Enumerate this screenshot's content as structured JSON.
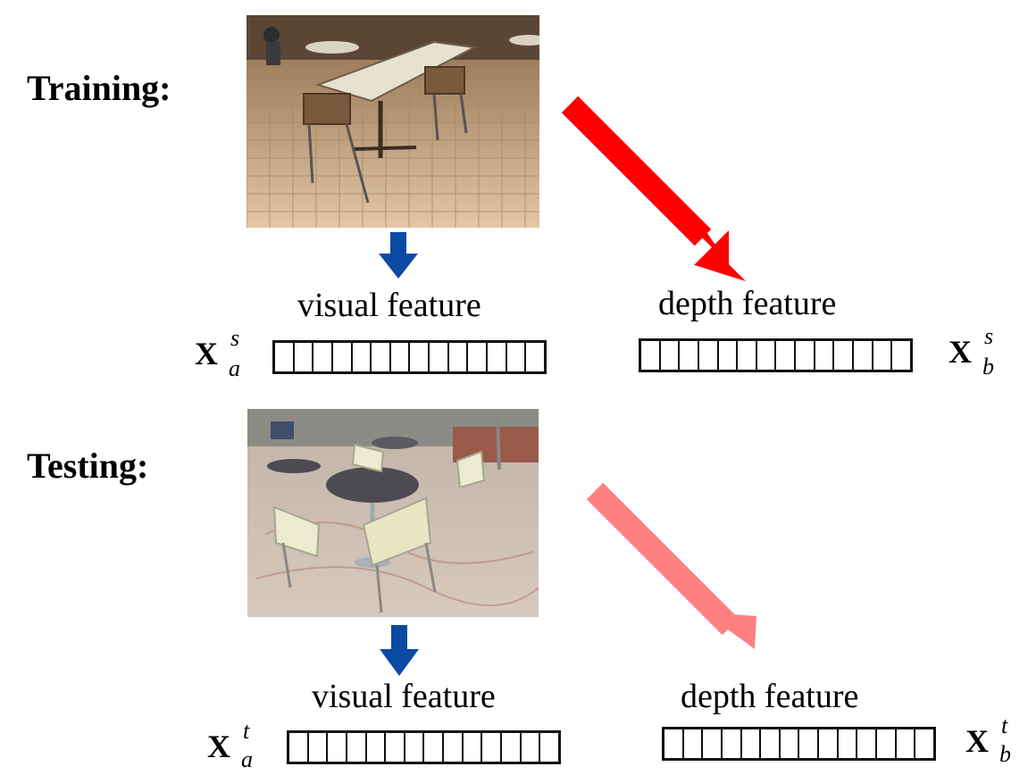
{
  "training": {
    "label": "Training:",
    "visual_feature_label": "visual feature",
    "depth_feature_label": "depth feature",
    "visual_var": {
      "base": "X",
      "sub": "a",
      "sup": "s"
    },
    "depth_var": {
      "base": "X",
      "sub": "b",
      "sup": "s"
    },
    "vector_cells": 14
  },
  "testing": {
    "label": "Testing:",
    "visual_feature_label": "visual feature",
    "depth_feature_label": "depth feature",
    "visual_var": {
      "base": "X",
      "sub": "a",
      "sup": "t"
    },
    "depth_var": {
      "base": "X",
      "sub": "b",
      "sup": "t"
    },
    "vector_cells": 14
  },
  "colors": {
    "visual_arrow": "#0b4aa2",
    "training_depth_arrow": "#ff0000",
    "testing_depth_arrow": "#ff8080",
    "cafeteria_floor": "#c8a27a",
    "lounge_carpet": "#c9b8ae"
  }
}
